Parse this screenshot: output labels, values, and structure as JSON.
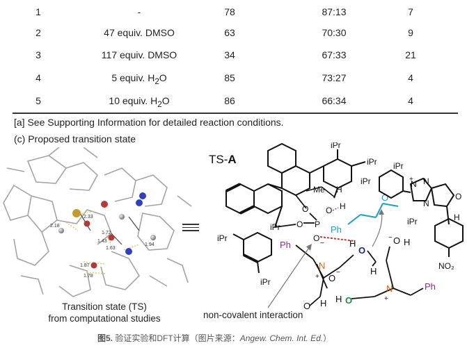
{
  "table": {
    "rows": [
      {
        "entry": "1",
        "additive": "-",
        "additive_sub": "",
        "additive_tail": "",
        "yield": "78",
        "ratio": "87:13",
        "last": "7"
      },
      {
        "entry": "2",
        "additive": "47 equiv. DMSO",
        "additive_sub": "",
        "additive_tail": "",
        "yield": "63",
        "ratio": "70:30",
        "last": "9"
      },
      {
        "entry": "3",
        "additive": "117 equiv. DMSO",
        "additive_sub": "",
        "additive_tail": "",
        "yield": "34",
        "ratio": "67:33",
        "last": "21"
      },
      {
        "entry": "4",
        "additive": "5 equiv. H",
        "additive_sub": "2",
        "additive_tail": "O",
        "yield": "85",
        "ratio": "73:27",
        "last": "4"
      },
      {
        "entry": "5",
        "additive": "10 equiv. H",
        "additive_sub": "2",
        "additive_tail": "O",
        "yield": "86",
        "ratio": "66:34",
        "last": "4"
      }
    ]
  },
  "footnote": "[a] See Supporting Information for detailed reaction conditions.",
  "section_c": "(c) Proposed transition state",
  "left_panel": {
    "caption_line1": "Transition state (TS)",
    "caption_line2": "from computational studies",
    "distances": [
      "2.33",
      "2.18",
      "1.72",
      "1.43",
      "1.63",
      "1.94",
      "1.87",
      "1.78"
    ]
  },
  "right_panel": {
    "ts_prefix": "TS-",
    "ts_bold": "A",
    "labels": {
      "ipr": "iPr",
      "ph": "Ph",
      "p": "P",
      "o": "O",
      "h": "H",
      "n": "N",
      "no2": "NO₂",
      "plus": "+",
      "minus": "−",
      "me": "Me"
    },
    "annotation": "non-covalent interaction"
  },
  "figure_caption": {
    "label": "图5.",
    "text": " 验证实验和DFT计算（图片来源：",
    "journal": "Angew. Chem. Int. Ed.",
    "close": "）"
  },
  "colors": {
    "blue": "#1a9fc9",
    "purple": "#8b2b86",
    "orange": "#c96a1f",
    "green": "#1f8a3a",
    "navy": "#1a2a7a",
    "red": "#c0392b"
  }
}
